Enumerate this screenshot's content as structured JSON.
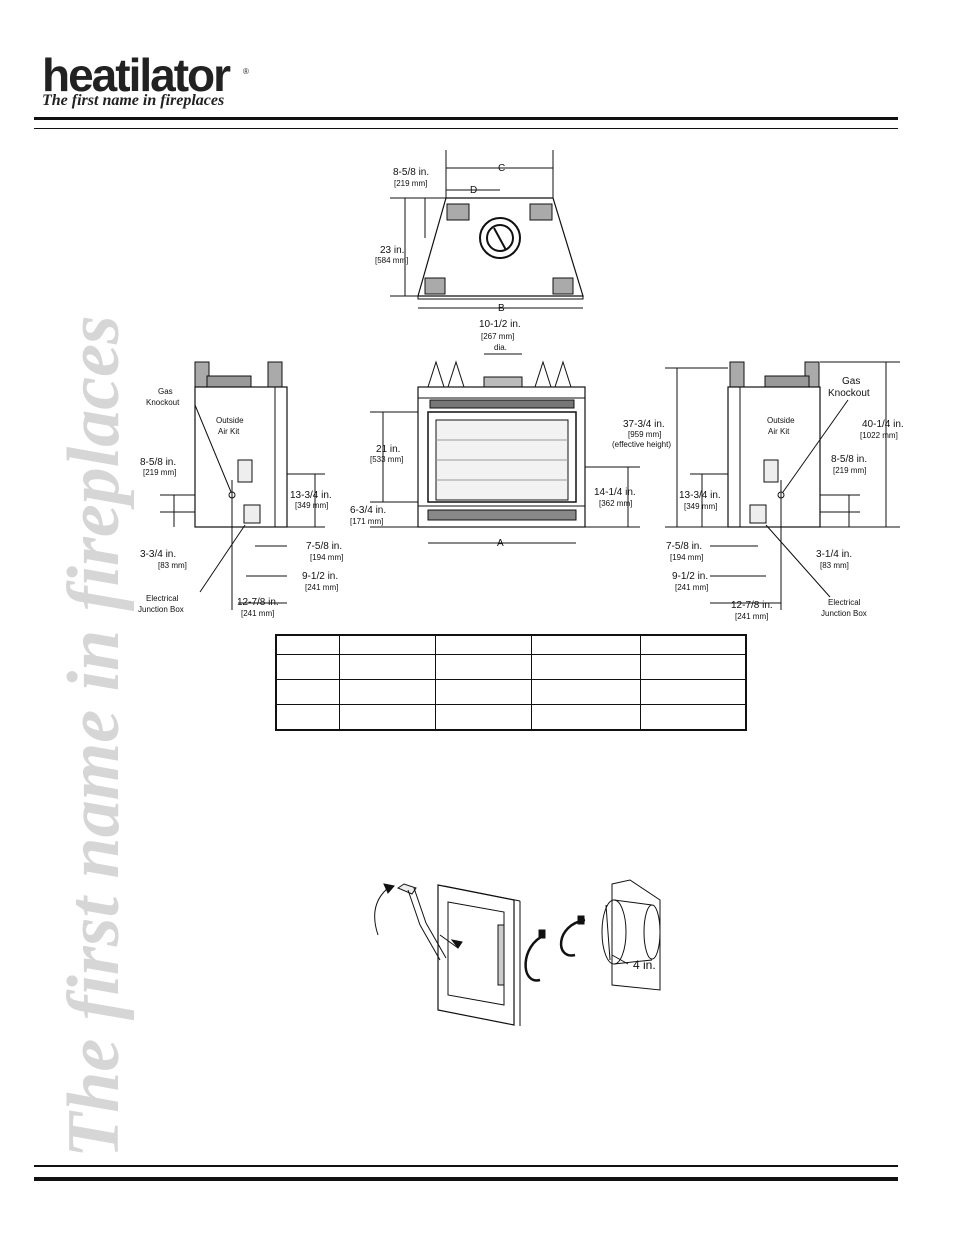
{
  "header": {
    "brand": "heatilator",
    "registered": "®",
    "tagline": "The first name in fireplaces"
  },
  "watermark": {
    "text": "The first name in fireplaces"
  },
  "top_view": {
    "dim_c": "C",
    "dim_d": "D",
    "dim_b": "B",
    "depth_in": "8-5/8 in.",
    "depth_mm": "[219 mm]",
    "height_in": "23 in.",
    "height_mm": "[584 mm]"
  },
  "front_view": {
    "flue_in": "10-1/2 in.",
    "flue_mm": "[267 mm]",
    "flue_note": "dia.",
    "opening_in": "21 in.",
    "opening_mm": "[533 mm]",
    "base_in": "6-3/4 in.",
    "base_mm": "[171 mm]",
    "side_in": "14-1/4 in.",
    "side_mm": "[362 mm]",
    "dim_a": "A"
  },
  "left_view": {
    "gas": "Gas",
    "knockout": "Knockout",
    "outside": "Outside",
    "air_kit": "Air Kit",
    "d1_in": "8-5/8 in.",
    "d1_mm": "[219 mm]",
    "d2_in": "13-3/4 in.",
    "d2_mm": "[349 mm]",
    "d3_in": "3-3/4 in.",
    "d3_mm": "[83 mm]",
    "d4_in": "7-5/8 in.",
    "d4_mm": "[194 mm]",
    "d5_in": "9-1/2 in.",
    "d5_mm": "[241 mm]",
    "d6_in": "12-7/8 in.",
    "d6_mm": "[241 mm]",
    "electrical": "Electrical",
    "junction_box": "Junction Box"
  },
  "right_view": {
    "gas": "Gas",
    "knockout": "Knockout",
    "outside": "Outside",
    "air_kit": "Air Kit",
    "eff_in": "37-3/4 in.",
    "eff_mm": "[959 mm]",
    "eff_note": "(effective height)",
    "total_in": "40-1/4 in.",
    "total_mm": "[1022 mm]",
    "d1_in": "8-5/8 in.",
    "d1_mm": "[219 mm]",
    "d2_in": "13-3/4 in.",
    "d2_mm": "[349 mm]",
    "d3_in": "3-1/4 in.",
    "d3_mm": "[83 mm]",
    "d4_in": "7-5/8 in.",
    "d4_mm": "[194 mm]",
    "d5_in": "9-1/2 in.",
    "d5_mm": "[241 mm]",
    "d6_in": "12-7/8 in.",
    "d6_mm": "[241 mm]",
    "electrical": "Electrical",
    "junction_box": "Junction Box"
  },
  "kit": {
    "size": "4 in."
  },
  "table": {
    "rows": [
      [
        "",
        "",
        "",
        "",
        ""
      ],
      [
        "",
        "",
        "",
        "",
        ""
      ],
      [
        "",
        "",
        "",
        "",
        ""
      ],
      [
        "",
        "",
        "",
        "",
        ""
      ]
    ]
  }
}
